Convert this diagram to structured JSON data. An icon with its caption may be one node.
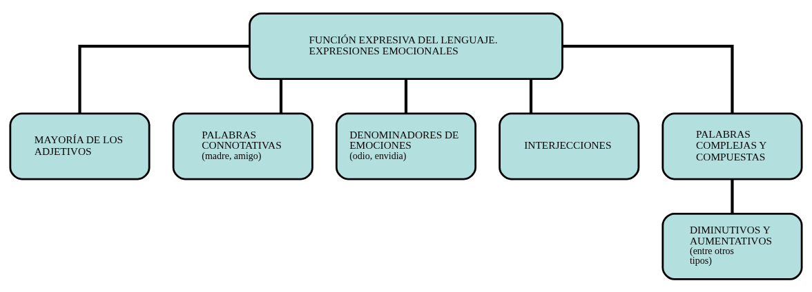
{
  "diagram": {
    "nodes": [
      {
        "text": [
          "FUNCIÓN EXPRESIVA DEL LENGUAJE. EXPRESIONES EMOCIONALES"
        ]
      },
      {
        "text": [
          "MAYORÍA DE LOS ADJETIVOS"
        ]
      },
      {
        "text": [
          "PALABRAS CONNOTATIVAS",
          "(madre, amigo)"
        ]
      },
      {
        "text": [
          "DENOMINADORES DE EMOCIONES",
          "(odio, envidia)"
        ]
      },
      {
        "text": [
          "INTERJECCIONES"
        ]
      },
      {
        "text": [
          "PALABRAS COMPLEJAS Y COMPUESTAS"
        ]
      },
      {
        "text": [
          "DIMINUTIVOS Y AUMENTATIVOS",
          "(entre otros tipos)"
        ]
      }
    ],
    "edges": [
      {
        "from": 0,
        "to": 1,
        "arrow": "none"
      },
      {
        "from": 0,
        "to": 2,
        "arrow": "none"
      },
      {
        "from": 0,
        "to": 3,
        "arrow": "none"
      },
      {
        "from": 0,
        "to": 4,
        "arrow": "none"
      },
      {
        "from": 0,
        "to": 5,
        "arrow": "none"
      },
      {
        "from": 5,
        "to": 6,
        "arrow": "none"
      }
    ]
  }
}
